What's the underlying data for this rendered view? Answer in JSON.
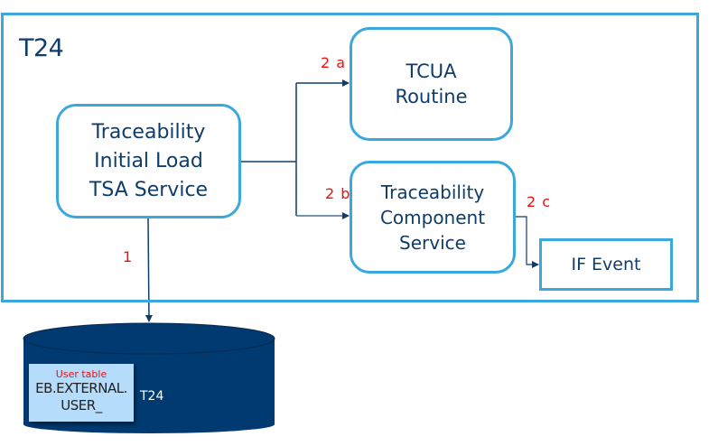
{
  "container": {
    "title": "T24"
  },
  "nodes": {
    "source": {
      "lines": [
        "Traceability",
        "Initial Load",
        "TSA Service"
      ]
    },
    "tcua": {
      "lines": [
        "TCUA",
        "Routine"
      ]
    },
    "component": {
      "lines": [
        "Traceability",
        "Component",
        "Service"
      ]
    },
    "if_event": {
      "label": "IF Event"
    }
  },
  "steps": {
    "s1": "1",
    "s2a": "2 a",
    "s2b": "2 b",
    "s2c": "2 c"
  },
  "database": {
    "label": "T24",
    "table_caption": "User table",
    "table_name_lines": [
      "EB.EXTERNAL.",
      "USER_"
    ]
  },
  "colors": {
    "border": "#3aa8dd",
    "text": "#0e3d6c",
    "step_label": "#e81010",
    "database": "#003a70",
    "table_box": "#b6dcfb"
  }
}
